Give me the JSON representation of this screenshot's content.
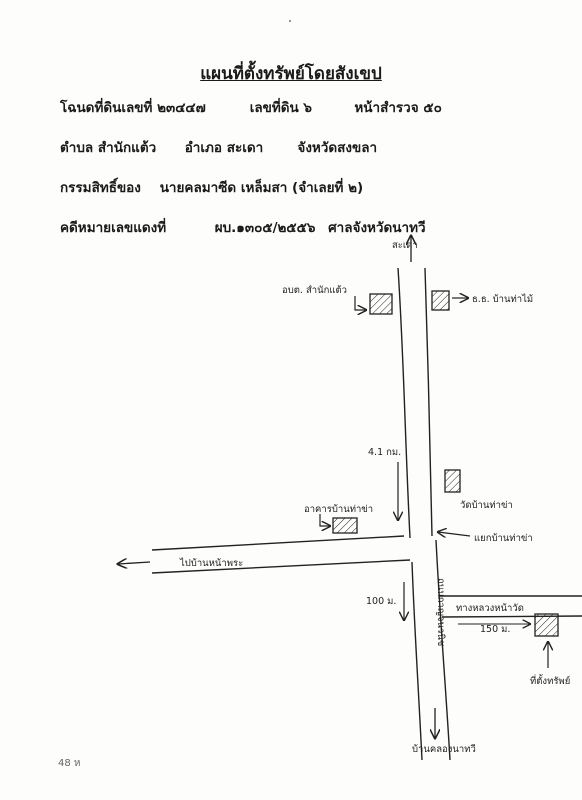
{
  "header": {
    "title": "แผนที่ตั้งทรัพย์โดยสังเขป"
  },
  "details": {
    "deed_label": "โฉนดที่ดินเลขที่",
    "deed_no": "๒๓๔๔๗",
    "land_no_label": "เลขที่ดิน",
    "land_no": "๖",
    "survey_label": "หน้าสำรวจ",
    "survey_no": "๕๐",
    "tambon": "ตำบล สำนักแต้ว",
    "amphoe": "อำเภอ สะเดา",
    "province": "จังหวัดสงขลา",
    "owner_label": "กรรมสิทธิ์ของ",
    "owner_name": "นายคลมาซีด เหล็มสา (จำเลยที่ ๒)",
    "case_label": "คดีหมายเลขแดงที่",
    "case_no": "ผบ.๑๓๐๕/๒๕๕๖",
    "court": "ศาลจังหวัดนาทวี"
  },
  "map": {
    "north_arrow_label": "สะเดา",
    "label_school": "อบต. สำนักแต้ว",
    "label_bank": "ธ.ธ. บ้านท่าไม้",
    "distance_1": "4.1 กม.",
    "label_office": "อาคารบ้านท่าข่า",
    "label_temple": "วัดบ้านท่าข่า",
    "label_junction": "แยกบ้านท่าข่า",
    "label_west_road": "ไปบ้านหน้าพระ",
    "distance_2": "100 ม.",
    "label_main_road": "ถนนกาญจนวนิช",
    "label_side_road": "ทางหลวงหน้าวัด",
    "distance_3": "150 ม.",
    "label_property": "ที่ตั้งทรัพย์",
    "south_arrow_label": "บ้านคลองนาทวี"
  },
  "footer": {
    "handwritten_note": "48 ห"
  }
}
